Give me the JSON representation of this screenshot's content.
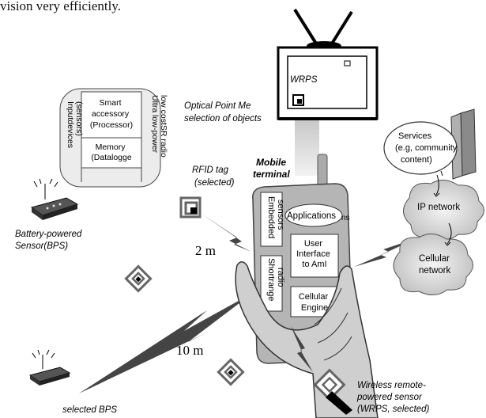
{
  "header_text": "vision very efficiently.",
  "labels": {
    "wrps_top": "WRPS",
    "optical": [
      "Optical Point Me",
      "selection of objects"
    ],
    "mobile_terminal": [
      "Mobile",
      "terminal"
    ],
    "rfid": [
      "RFID tag",
      "(selected)"
    ],
    "distance_near": "2 m",
    "distance_far": "10 m",
    "battery_sensor": [
      "Battery-powered",
      "Sensor(BPS)"
    ],
    "selected_bps": "selected BPS",
    "wireless_remote": [
      "Wireless remote-",
      "powered sensor",
      "(WRPS, selected)"
    ]
  },
  "sensor_node": {
    "left_column": [
      "Inputdevices",
      "(sensors)"
    ],
    "center_top": [
      "Smart",
      "accessory",
      "(Processor)"
    ],
    "center_bottom": [
      "Memory",
      "(Datalogge"
    ],
    "right_column": [
      "Ultra low-power",
      "low costSR radio"
    ]
  },
  "phone": {
    "embedded": [
      "Embedded",
      "sensors"
    ],
    "applications": "Applications",
    "applications_suffix": "ns",
    "shortrange": [
      "Shortrange",
      "radio"
    ],
    "user_interface": [
      "User",
      "Interface",
      "to AmI"
    ],
    "cellular_engine": [
      "Cellular",
      "Engine"
    ]
  },
  "network": {
    "services": [
      "Services",
      "(e.g, community",
      "content)"
    ],
    "ip_network": "IP network",
    "cellular_network": [
      "Cellular",
      "network"
    ]
  }
}
